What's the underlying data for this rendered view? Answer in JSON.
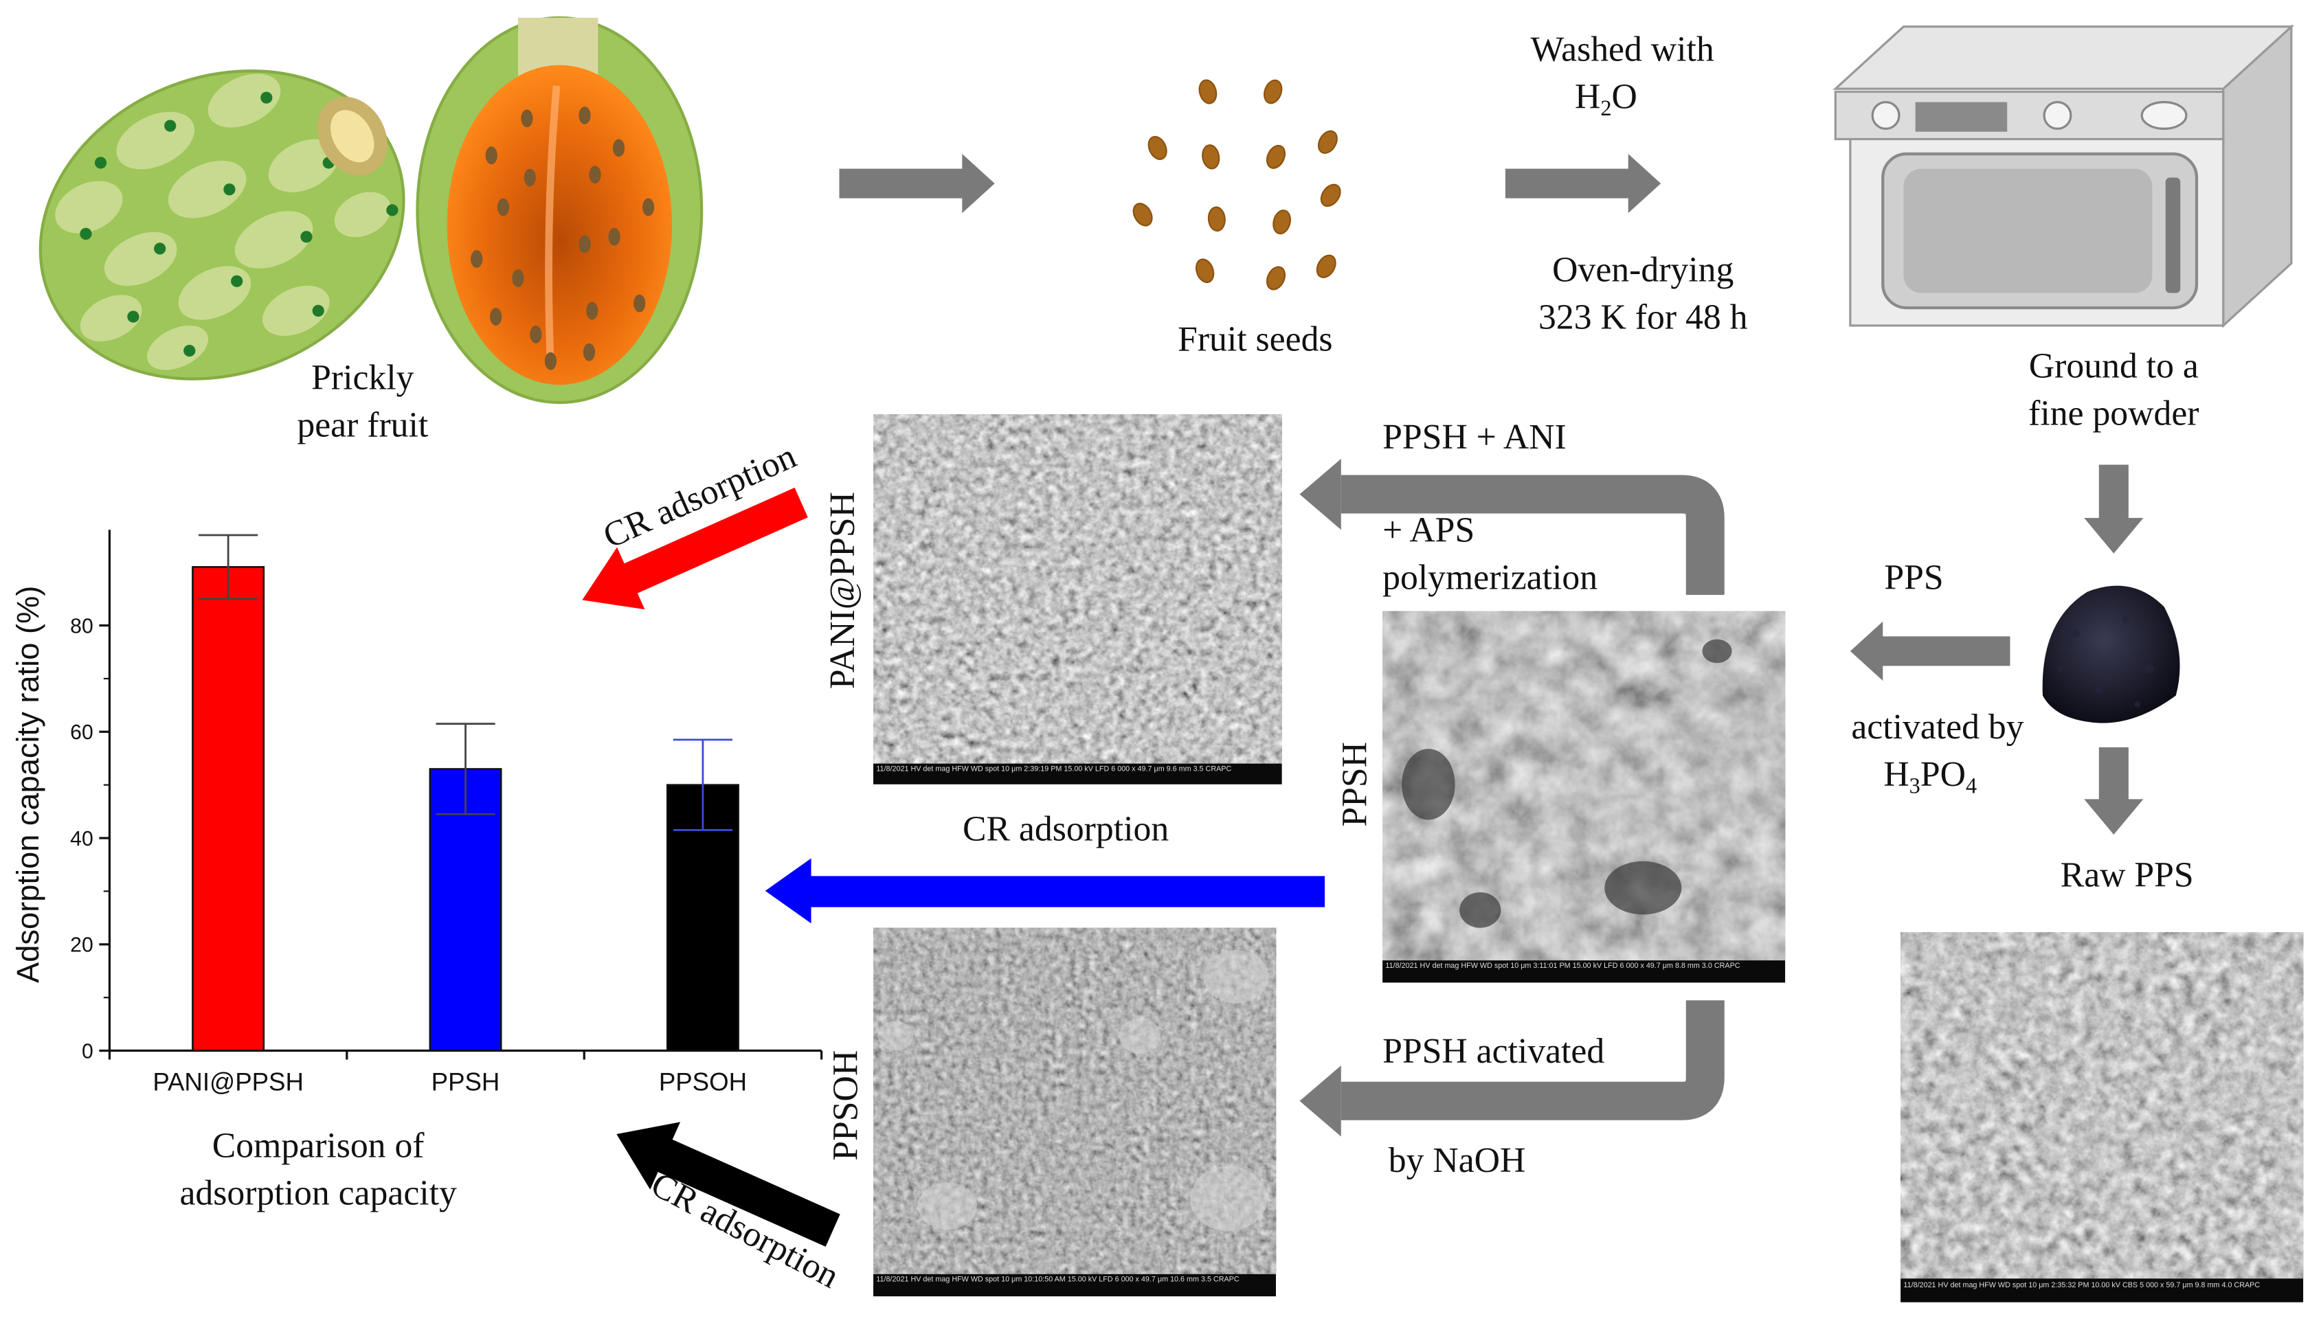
{
  "labels": {
    "fruit": [
      "Prickly",
      "pear fruit"
    ],
    "seeds": "Fruit seeds",
    "washed_1": "Washed with",
    "washed_2": {
      "a": "H",
      "sub": "2",
      "b": "O"
    },
    "oven_1": "Oven-drying",
    "oven_2": "323 K for 48 h",
    "ground_1": "Ground to a",
    "ground_2": "fine powder",
    "pps": "PPS",
    "activated_1": "activated by",
    "activated_2": {
      "a": "H",
      "sub1": "3",
      "b": "PO",
      "sub2": "4"
    },
    "raw_pps": "Raw PPS",
    "ani_1": "PPSH + ANI",
    "ani_2": "+ APS",
    "ani_3": "polymerization",
    "naoh_1": "PPSH activated",
    "naoh_2": "by NaOH",
    "cr_top": "CR adsorption",
    "cr_mid": "CR adsorption",
    "cr_bottom": "CR adsorption",
    "sem_pani": "PANI@PPSH",
    "sem_ppsh": "PPSH",
    "sem_ppsoh": "PPSOH",
    "comparison_1": "Comparison of",
    "comparison_2": "adsorption capacity"
  },
  "sem_footers": {
    "pani": "11/8/2021  HV  det  mag  HFW  WD  spot   10 μm  2:39:19 PM 15.00 kV LFD 6 000 x 49.7 μm 9.6 mm 3.5  CRAPC",
    "ppsh": "11/8/2021  HV  det  mag  HFW  WD  spot   10 μm  3:11:01 PM 15.00 kV LFD 6 000 x 49.7 μm 8.8 mm 3.0  CRAPC",
    "ppsoh": "11/8/2021  HV  det  mag  HFW  WD  spot   10 μm  10:10:50 AM 15.00 kV LFD 6 000 x 49.7 μm 10.6 mm 3.5  CRAPC",
    "raw": "11/8/2021  HV  det  mag  HFW  WD  spot   10 μm  2:35:32 PM 10.00 kV CBS 5 000 x 59.7 μm 9.8 mm 4.0  CRAPC"
  },
  "colors": {
    "arrow_gray": "#7a7a7a",
    "arrow_red": "#ff0000",
    "arrow_blue": "#0000ff",
    "arrow_black": "#000000",
    "fruit_skin": "#9ec65a",
    "fruit_pulp": "#f07a10"
  },
  "chart_data": {
    "type": "bar",
    "categories": [
      "PANI@PPSH",
      "PPSH",
      "PPSOH"
    ],
    "values": [
      91,
      53,
      50
    ],
    "errors": [
      6,
      8.5,
      8.5
    ],
    "colors": [
      "#ff0000",
      "#0000ff",
      "#000000"
    ],
    "error_colors": [
      "#444444",
      "#444444",
      "#3a4bd8"
    ],
    "ylabel": "Adsorption capacity ratio (%)",
    "ylim": [
      0,
      98
    ],
    "yticks": [
      0,
      20,
      40,
      60,
      80
    ],
    "grid": false
  }
}
